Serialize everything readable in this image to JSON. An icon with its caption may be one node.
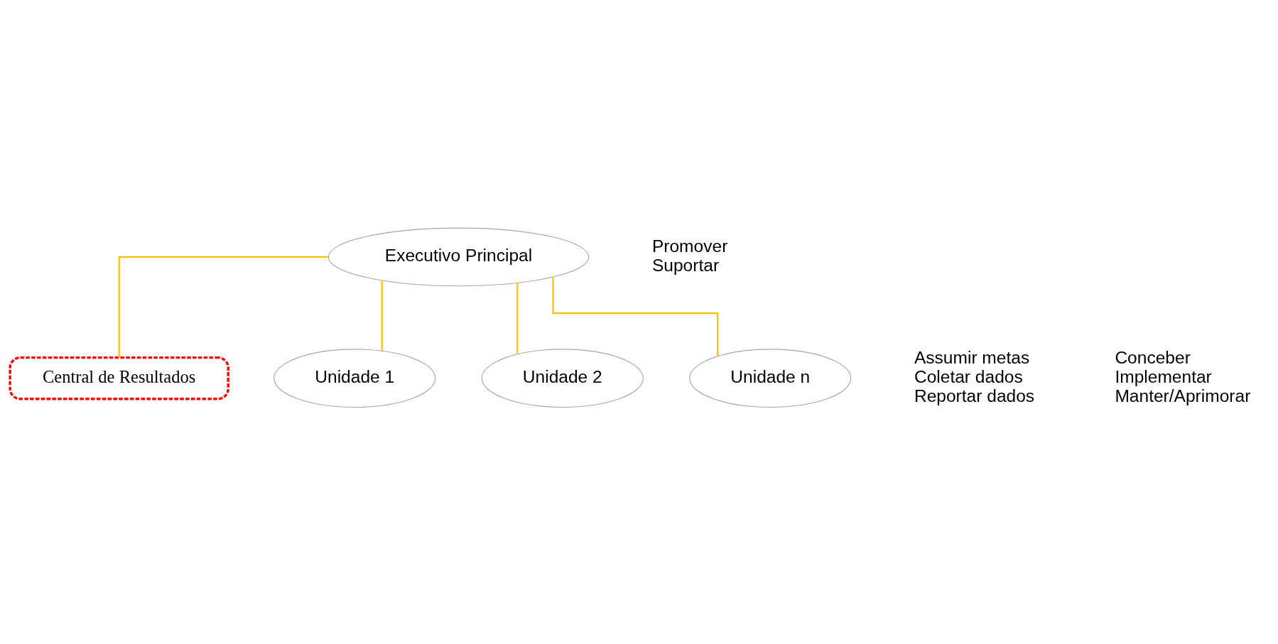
{
  "diagram": {
    "nodes": [
      {
        "text": [
          "Executivo Principal"
        ],
        "beside": [
          "Promover",
          "Suportar"
        ]
      },
      {
        "text": [
          "Central de Resultados"
        ]
      },
      {
        "text": [
          "Unidade 1"
        ]
      },
      {
        "text": [
          "Unidade 2"
        ]
      },
      {
        "text": [
          "Unidade n"
        ],
        "beside": [
          "Assumir metas",
          "Coletar dados",
          "Reportar dados"
        ]
      }
    ],
    "edges": [
      {
        "from": 0,
        "to": 1,
        "arrow": "none"
      },
      {
        "from": 0,
        "to": 2,
        "arrow": "none"
      },
      {
        "from": 0,
        "to": 3,
        "arrow": "none"
      },
      {
        "from": 0,
        "to": 4,
        "arrow": "none"
      }
    ],
    "labels": [
      "Conceber",
      "Implementar",
      "Manter/Aprimorar"
    ]
  }
}
